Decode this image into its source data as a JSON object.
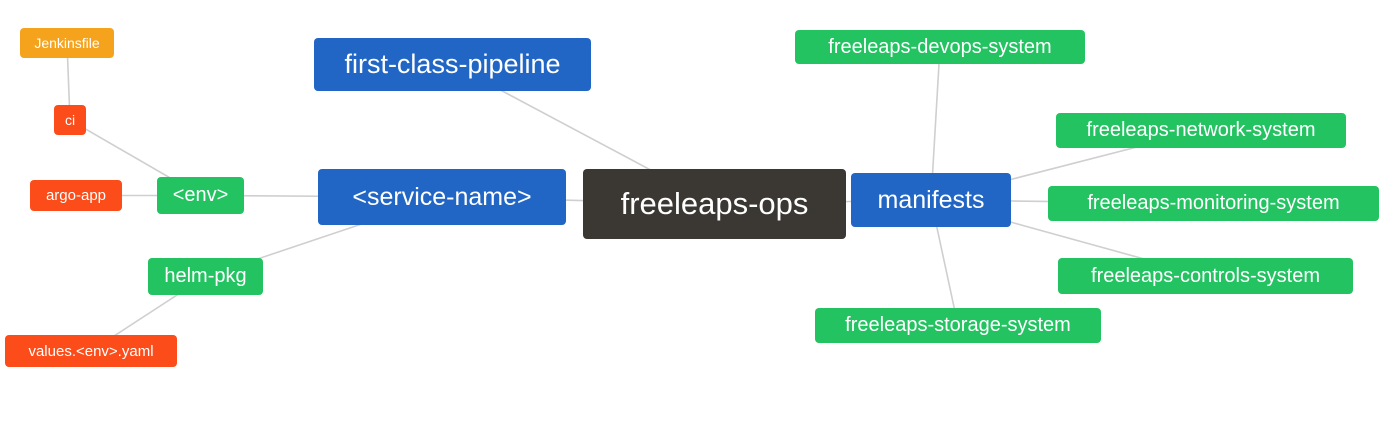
{
  "diagram": {
    "type": "mindmap-graph",
    "background": "#ffffff",
    "edge_color": "#cfcfcf",
    "palette": {
      "blue": "#2166c4",
      "green": "#24c362",
      "orange": "#f5a31c",
      "red_orange": "#fb4c19",
      "dark": "#3b3733",
      "text": "#ffffff"
    },
    "nodes": {
      "jenkinsfile": {
        "label": "Jenkinsfile",
        "color": "#f5a31c"
      },
      "ci": {
        "label": "ci",
        "color": "#fb4c19"
      },
      "argo_app": {
        "label": "argo-app",
        "color": "#fb4c19"
      },
      "env": {
        "label": "<env>",
        "color": "#24c362"
      },
      "first_class_pipeline": {
        "label": "first-class-pipeline",
        "color": "#2166c4"
      },
      "service_name": {
        "label": "<service-name>",
        "color": "#2166c4"
      },
      "helm_pkg": {
        "label": "helm-pkg",
        "color": "#24c362"
      },
      "values_env_yaml": {
        "label": "values.<env>.yaml",
        "color": "#fb4c19"
      },
      "freeleaps_ops": {
        "label": "freeleaps-ops",
        "color": "#3b3733"
      },
      "manifests": {
        "label": "manifests",
        "color": "#2166c4"
      },
      "devops_system": {
        "label": "freeleaps-devops-system",
        "color": "#24c362"
      },
      "network_system": {
        "label": "freeleaps-network-system",
        "color": "#24c362"
      },
      "monitoring_system": {
        "label": "freeleaps-monitoring-system",
        "color": "#24c362"
      },
      "controls_system": {
        "label": "freeleaps-controls-system",
        "color": "#24c362"
      },
      "storage_system": {
        "label": "freeleaps-storage-system",
        "color": "#24c362"
      }
    },
    "edges": [
      {
        "from": "jenkinsfile",
        "to": "ci"
      },
      {
        "from": "ci",
        "to": "env"
      },
      {
        "from": "argo_app",
        "to": "env"
      },
      {
        "from": "env",
        "to": "service_name"
      },
      {
        "from": "values_env_yaml",
        "to": "helm_pkg"
      },
      {
        "from": "helm_pkg",
        "to": "service_name"
      },
      {
        "from": "first_class_pipeline",
        "to": "freeleaps_ops"
      },
      {
        "from": "service_name",
        "to": "freeleaps_ops"
      },
      {
        "from": "freeleaps_ops",
        "to": "manifests"
      },
      {
        "from": "manifests",
        "to": "devops_system"
      },
      {
        "from": "manifests",
        "to": "network_system"
      },
      {
        "from": "manifests",
        "to": "monitoring_system"
      },
      {
        "from": "manifests",
        "to": "controls_system"
      },
      {
        "from": "manifests",
        "to": "storage_system"
      }
    ]
  }
}
